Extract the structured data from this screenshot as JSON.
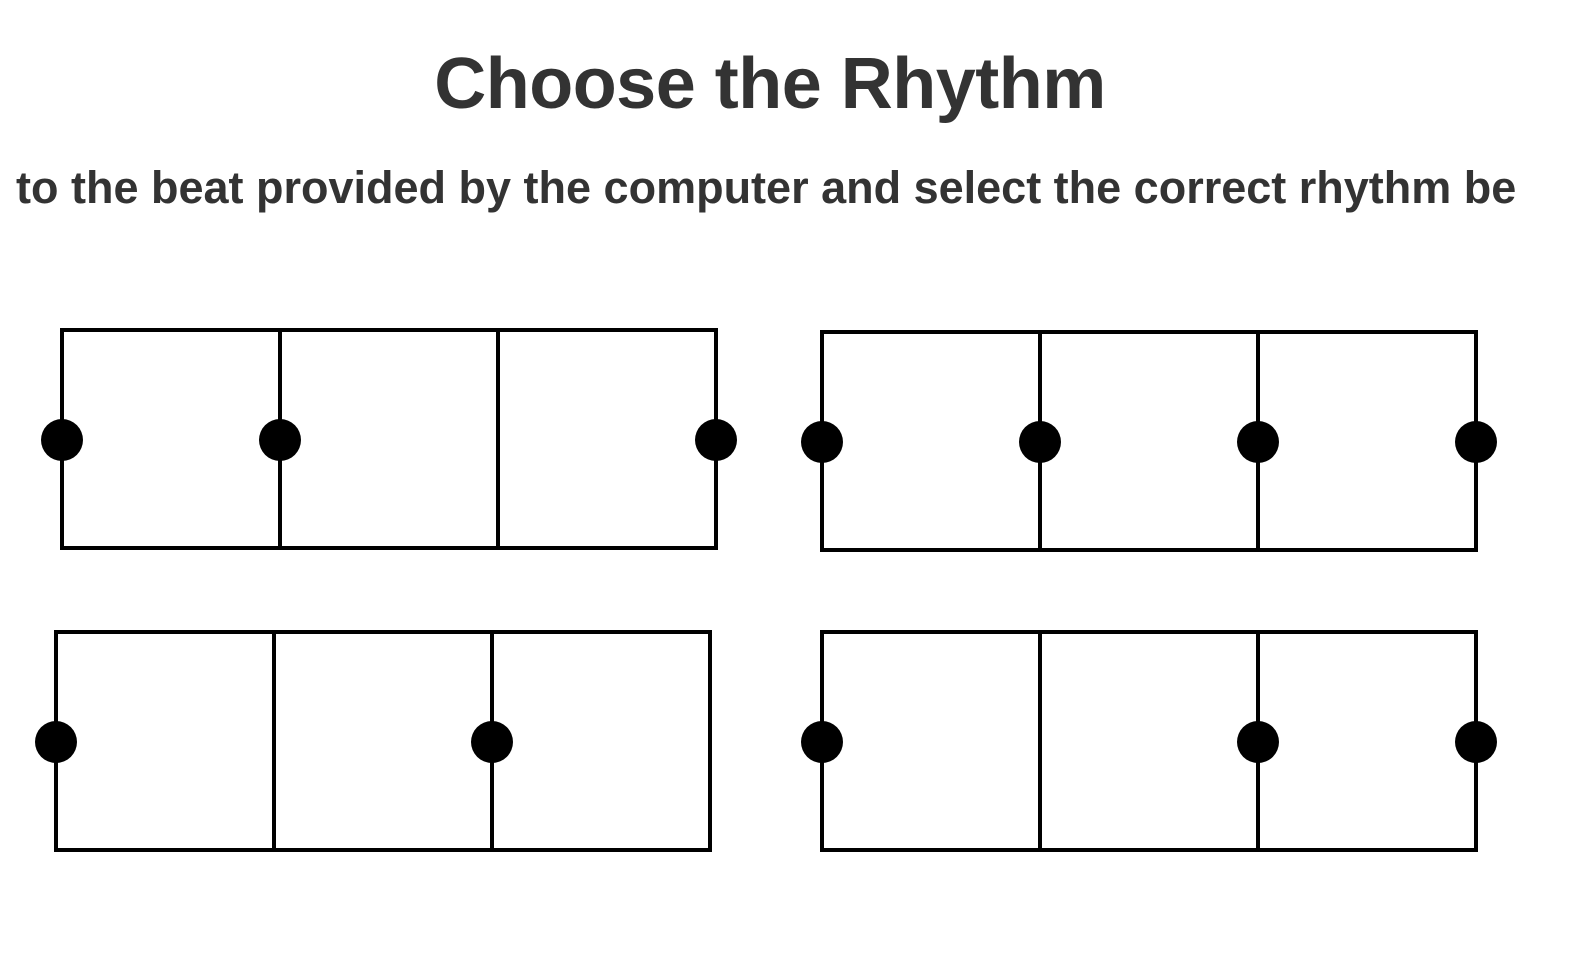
{
  "header": {
    "title": "Choose the Rhythm",
    "instructions": "to the beat provided by the computer and select the correct rhythm be"
  },
  "options": [
    {
      "beats": 3,
      "notes": [
        1,
        1,
        0,
        1
      ]
    },
    {
      "beats": 3,
      "notes": [
        1,
        1,
        1,
        1
      ]
    },
    {
      "beats": 3,
      "notes": [
        1,
        0,
        1,
        0
      ]
    },
    {
      "beats": 3,
      "notes": [
        1,
        0,
        1,
        1
      ]
    }
  ],
  "colors": {
    "text": "#333333",
    "ink": "#000000",
    "background": "#ffffff"
  }
}
